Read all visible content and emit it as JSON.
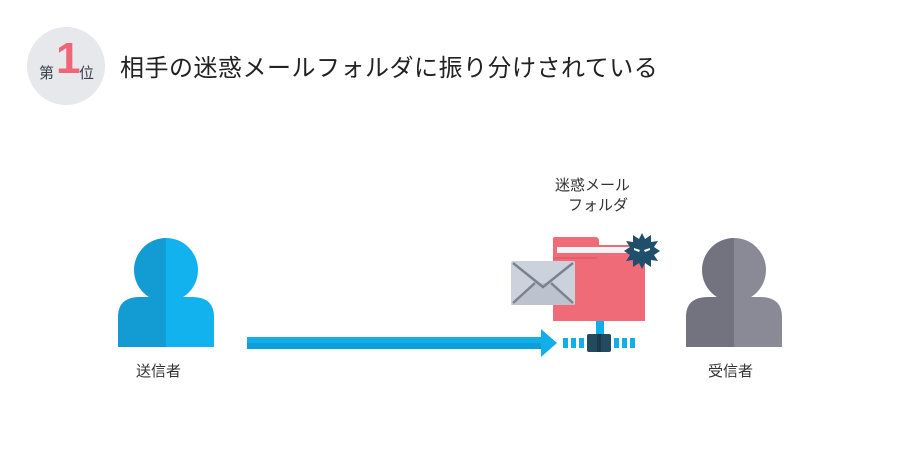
{
  "header": {
    "rank_prefix": "第",
    "rank_number": "1",
    "rank_suffix": "位",
    "title": "相手の迷惑メールフォルダに振り分けされている"
  },
  "diagram": {
    "sender_label": "送信者",
    "receiver_label": "受信者",
    "spam_folder_label_line1": "迷惑メール",
    "spam_folder_label_line2": "フォルダ"
  },
  "colors": {
    "badge_bg": "#e6e8ec",
    "rank_accent": "#ee6677",
    "sender_dark": "#139bd4",
    "sender_light": "#12b2ee",
    "receiver_dark": "#73727f",
    "receiver_light": "#8a8996",
    "arrow": "#12aee9",
    "folder": "#ef6b77",
    "virus": "#1f4f6a",
    "envelope": "#ccd2dc"
  }
}
